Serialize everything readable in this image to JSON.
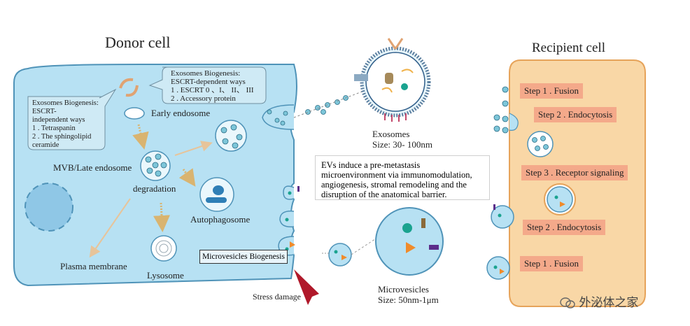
{
  "titles": {
    "donor": "Donor cell",
    "recipient": "Recipient cell"
  },
  "donor": {
    "esc_dep": {
      "line1": "Exosomes Biogenesis:",
      "line2": "ESCRT-dependent ways",
      "line3": "1 . ESCRT 0 、I、 II、 III",
      "line4": "2 . Accessory protein"
    },
    "esc_indep": {
      "line1": "Exosomes Biogenesis:",
      "line2": "ESCRT-",
      "line3": "independent ways",
      "line4": "1 . Tetraspanin",
      "line5": "2 . The sphingolipid",
      "line6": "ceramide"
    },
    "early_endosome": "Early endosome",
    "mvb": "MVB/Late endosome",
    "degradation": "degradation",
    "autophagosome": "Autophagosome",
    "lysosome": "Lysosome",
    "plasma_membrane": "Plasma membrane",
    "microvesicles_biogenesis": "Microvesicles Biogenesis",
    "stress_damage": "Stress damage"
  },
  "exosomes": {
    "label": "Exosomes",
    "size": "Size: 30- 100nm"
  },
  "microvesicles": {
    "label": "Microvesicles",
    "size": "Size: 50nm-1μm"
  },
  "evs": {
    "line1": "EVs induce a pre-metastasis",
    "line2": "microenvironment via immunomodulation,",
    "line3": "angiogenesis, stromal remodeling and the",
    "line4": "disruption of the anatomical barrier."
  },
  "steps": {
    "s1_top": "Step 1 . Fusion",
    "s2_top": "Step 2 . Endocytosis",
    "s3": "Step 3 . Receptor signaling",
    "s2_bottom": "Step 2 . Endocytosis",
    "s1_bottom": "Step 1 . Fusion"
  },
  "watermark": "外泌体之家",
  "colors": {
    "donor_fill": "#b7e1f3",
    "donor_stroke": "#4f93b8",
    "recipient_fill": "#f9d7a6",
    "recipient_stroke": "#e6a35a",
    "step_fill": "#f4a98a",
    "stress": "#b0182a",
    "teal": "#1aa38f",
    "orange": "#f08b2a",
    "purple": "#5b2d8a"
  }
}
